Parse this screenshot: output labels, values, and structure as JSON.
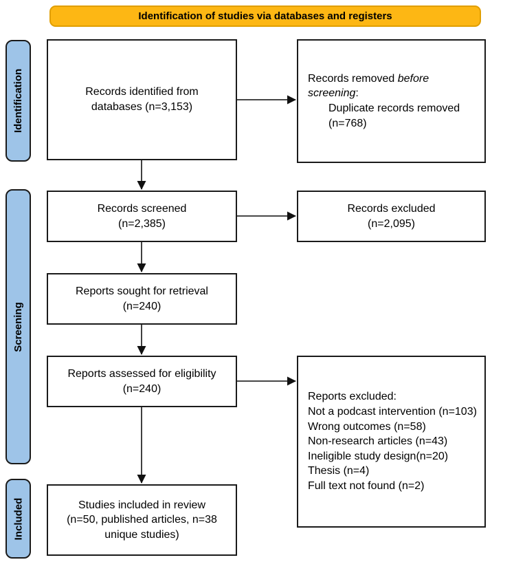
{
  "banner": {
    "label": "Identification of studies via databases and registers"
  },
  "stages": [
    {
      "label": "Identification"
    },
    {
      "label": "Screening"
    },
    {
      "label": "Included"
    }
  ],
  "boxes": {
    "identified": {
      "lines": [
        "Records identified from",
        "databases (n=3,153)"
      ]
    },
    "removed": {
      "line1_prefix": "Records removed ",
      "line1_italic": "before",
      "line2_italic": "screening",
      "line2_suffix": ":",
      "detail_lines": [
        "Duplicate records removed",
        "(n=768)"
      ]
    },
    "screened": {
      "lines": [
        "Records screened",
        "(n=2,385)"
      ]
    },
    "excluded": {
      "lines": [
        "Records excluded",
        "(n=2,095)"
      ]
    },
    "sought": {
      "lines": [
        "Reports sought for retrieval",
        "(n=240)"
      ]
    },
    "assessed": {
      "lines": [
        "Reports assessed for eligibility",
        "(n=240)"
      ]
    },
    "reports_excluded": {
      "title": "Reports excluded:",
      "reasons": [
        "Not a podcast intervention (n=103)",
        "Wrong outcomes (n=58)",
        "Non-research articles (n=43)",
        "Ineligible study design(n=20)",
        "Thesis (n=4)",
        "Full text not found (n=2)"
      ]
    },
    "included": {
      "lines": [
        "Studies included in review",
        "(n=50, published articles, n=38",
        "unique studies)"
      ]
    }
  },
  "colors": {
    "banner_fill": "#FDB714",
    "banner_border": "#E09E00",
    "stage_fill": "#9EC4E8",
    "stage_border": "#1A1A1A",
    "box_border": "#1A1A1A",
    "arrow_line": "#2B2B2B",
    "arrow_head": "#111111",
    "text": "#000000",
    "background": "#FFFFFF"
  }
}
